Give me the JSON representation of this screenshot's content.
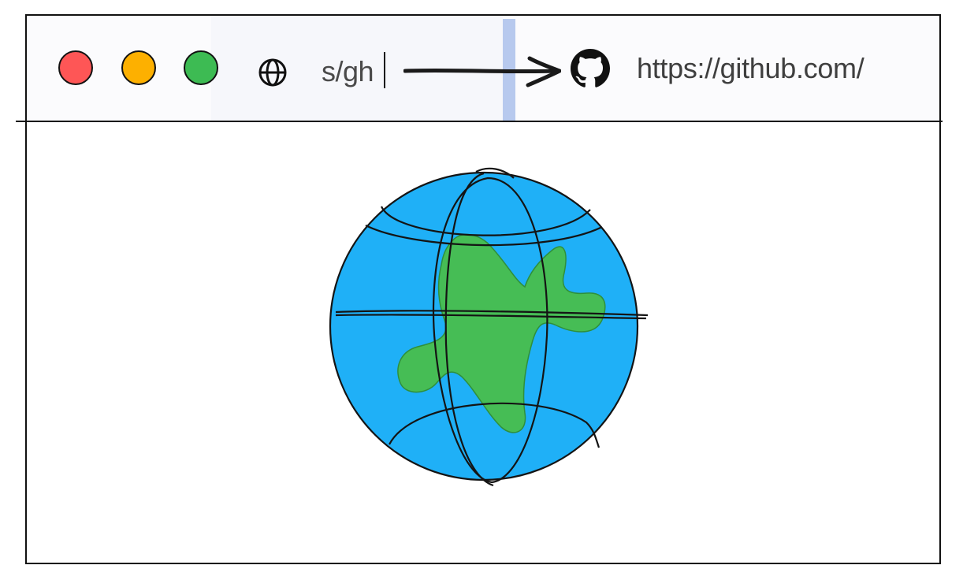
{
  "window": {
    "controls": [
      {
        "name": "close",
        "color": "#fe5656"
      },
      {
        "name": "minimize",
        "color": "#fdb000"
      },
      {
        "name": "maximize",
        "color": "#3dbb53"
      }
    ]
  },
  "address_bar": {
    "query": "s/gh",
    "leading_icon": "globe-icon",
    "arrow_icon": "arrow-right-icon",
    "suggestion": {
      "icon": "github-icon",
      "url": "https://github.com/"
    }
  },
  "content": {
    "illustration_icon": "earth-globe-icon"
  },
  "colors": {
    "ocean": "#1fb0f7",
    "land": "#46bd55",
    "selection": "#b7c9ee"
  }
}
